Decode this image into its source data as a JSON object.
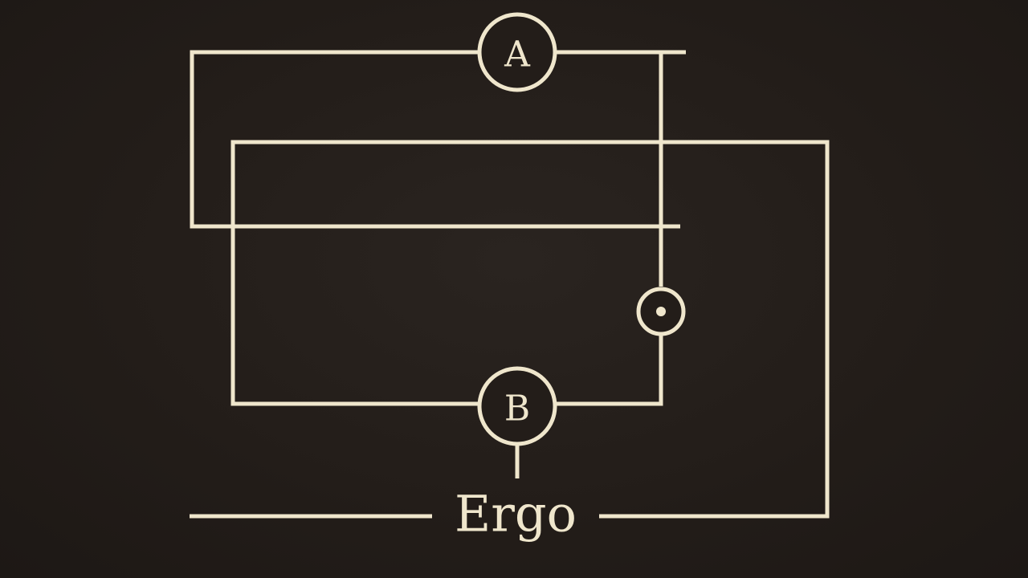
{
  "diagram": {
    "nodes": {
      "a": {
        "label": "A"
      },
      "b": {
        "label": "B"
      }
    },
    "caption": "Ergo"
  },
  "colors": {
    "background": "#231d19",
    "line": "#efe6cc"
  }
}
